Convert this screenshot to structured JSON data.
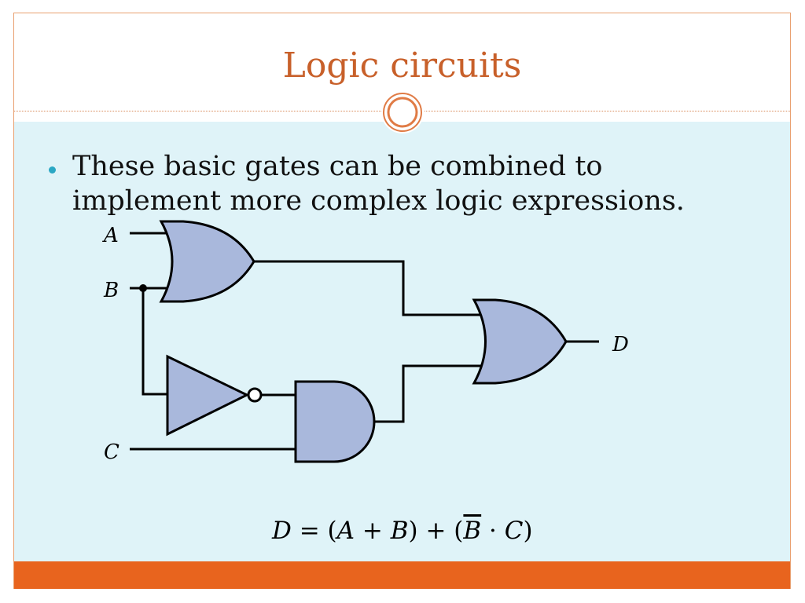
{
  "slide": {
    "title": "Logic circuits",
    "bullet_text": "These basic gates can be combined to implement more complex logic expressions."
  },
  "diagram": {
    "inputs": [
      "A",
      "B",
      "C"
    ],
    "output": "D",
    "gates": [
      {
        "type": "OR",
        "inputs": [
          "A",
          "B"
        ]
      },
      {
        "type": "NOT",
        "inputs": [
          "B"
        ]
      },
      {
        "type": "AND",
        "inputs": [
          "NOT B",
          "C"
        ]
      },
      {
        "type": "OR",
        "inputs": [
          "A+B",
          "B̄·C"
        ],
        "output": "D"
      }
    ]
  },
  "formula": {
    "lhs": "D",
    "eq": " = (",
    "a": "A",
    "plus1": " + ",
    "b": "B",
    "mid": ") + (",
    "bbar": "B",
    "dot": " · ",
    "c": "C",
    "close": ")"
  },
  "colors": {
    "title": "#c8602a",
    "accent_bar": "#e8641e",
    "content_bg": "#dff3f8",
    "gate_fill": "#a9b8dc",
    "bullet": "#2aa7c4"
  }
}
